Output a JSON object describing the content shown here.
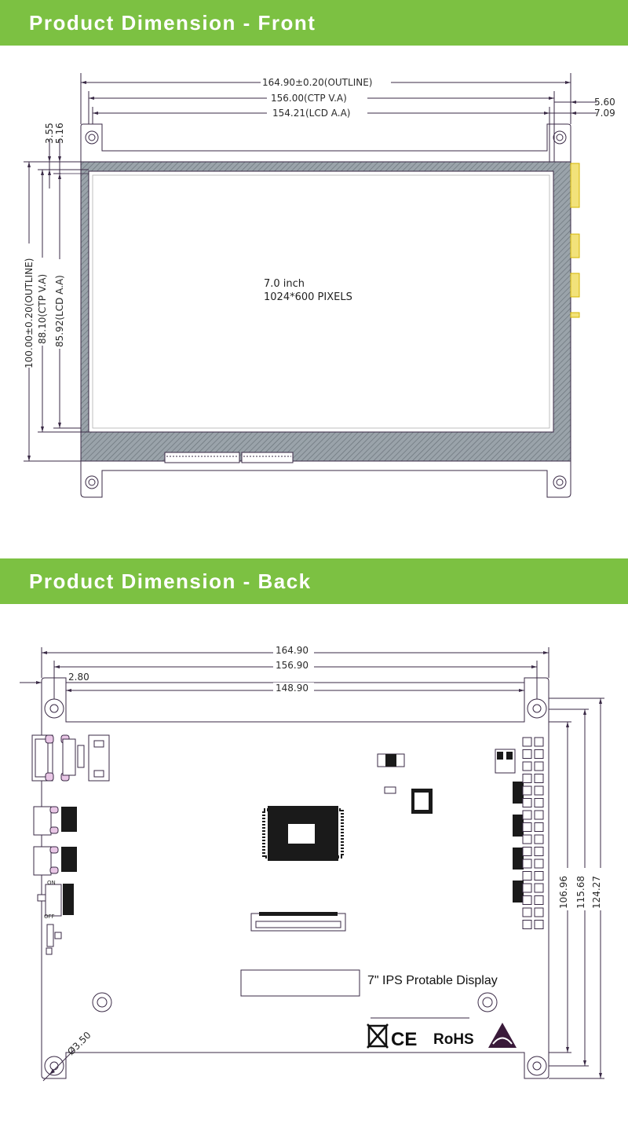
{
  "colors": {
    "banner": "#7cc142",
    "banner_text": "#ffffff",
    "line": "#3a2a46",
    "bezel": "#8a949c",
    "gold": "#d4b400"
  },
  "front": {
    "title": "Product Dimension - Front",
    "dims": {
      "outline_w": "164.90±0.20(OUTLINE)",
      "ctp_w": "156.00(CTP  V.A)",
      "lcd_w": "154.21(LCD  A.A)",
      "right_1": "5.60",
      "right_2": "7.09",
      "top_1": "3.55",
      "top_2": "5.16",
      "outline_h": "100.00±0.20(OUTLINE)",
      "ctp_h": "88.10(CTP  V.A)",
      "lcd_h": "85.92(LCD  A.A)"
    },
    "panel_line1": "7.0  inch",
    "panel_line2": "1024*600   PIXELS"
  },
  "back": {
    "title": "Product Dimension - Back",
    "dims": {
      "w1": "164.90",
      "w2": "156.90",
      "w3": "148.90",
      "left_offset": "2.80",
      "h1": "106.96",
      "h2": "115.68",
      "h3": "124.27",
      "hole": "Ø3.50"
    },
    "switch_on": "ON",
    "switch_off": "OFF",
    "product_label": "7\" IPS Protable Display",
    "cert_ce": "CE",
    "cert_rohs": "RoHS"
  }
}
